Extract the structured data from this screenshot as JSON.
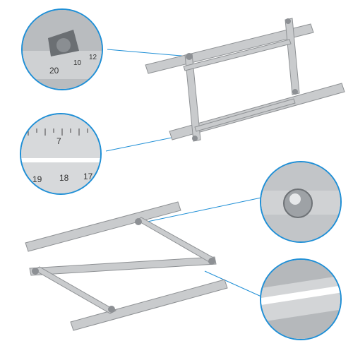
{
  "product": {
    "kind": "angle template tool",
    "material_color": "#c4c6c8",
    "accent_color": "#1f8fd6"
  },
  "callouts": [
    {
      "name": "wing-nut-closeup",
      "visible_numbers": [
        "20",
        "10",
        "12"
      ]
    },
    {
      "name": "ruler-scale-closeup",
      "visible_numbers": [
        "7",
        "17",
        "18",
        "19"
      ]
    },
    {
      "name": "rivet-closeup",
      "visible_numbers": []
    },
    {
      "name": "slot-closeup",
      "visible_numbers": []
    }
  ],
  "ruler_marks": {
    "wing": [
      "20",
      "10",
      "12"
    ],
    "scale_top": [
      "7"
    ],
    "scale_bottom": [
      "17",
      "18",
      "19"
    ]
  }
}
